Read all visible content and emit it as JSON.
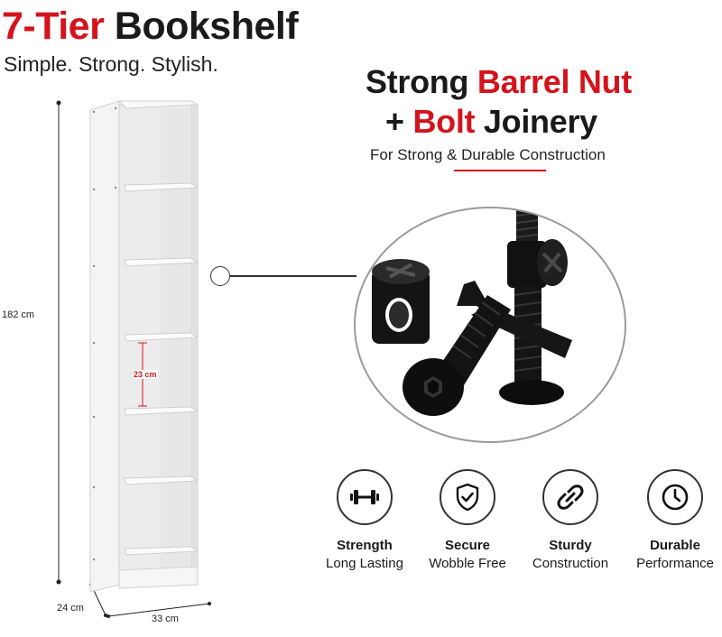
{
  "header": {
    "title_part1": "7-Tier",
    "title_part2": "Bookshelf",
    "subtitle": "Simple. Strong. Stylish."
  },
  "joinery": {
    "line1_part1": "Strong",
    "line1_part2": "Barrel Nut",
    "line2_part1": "+",
    "line2_part2": "Bolt",
    "line2_part3": "Joinery",
    "tagline": "For Strong & Durable Construction"
  },
  "dimensions": {
    "height": "182 cm",
    "shelf_spacing": "23 cm",
    "depth": "24 cm",
    "width": "33 cm"
  },
  "features": [
    {
      "icon": "dumbbell-icon",
      "title": "Strength",
      "subtitle": "Long Lasting"
    },
    {
      "icon": "shield-check-icon",
      "title": "Secure",
      "subtitle": "Wobble Free"
    },
    {
      "icon": "chain-link-icon",
      "title": "Sturdy",
      "subtitle": "Construction"
    },
    {
      "icon": "clock-icon",
      "title": "Durable",
      "subtitle": "Performance"
    }
  ],
  "colors": {
    "accent": "#d4141c",
    "text": "#1a1a1a",
    "hardware": "#111111"
  }
}
